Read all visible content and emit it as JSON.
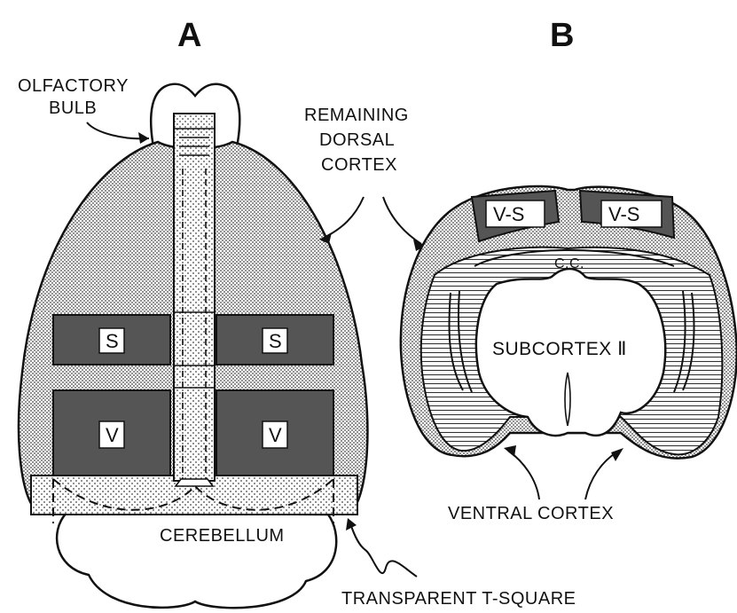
{
  "panels": {
    "a": "A",
    "b": "B"
  },
  "labels": {
    "olfactory_line1": "OLFACTORY",
    "olfactory_line2": "BULB",
    "remaining_line1": "REMAINING",
    "remaining_line2": "DORSAL",
    "remaining_line3": "CORTEX",
    "cerebellum": "CEREBELLUM",
    "transparent_tsquare": "TRANSPARENT T-SQUARE",
    "subcortex": "SUBCORTEX Ⅱ",
    "ventral_cortex": "VENTRAL CORTEX",
    "cc": "C.C.",
    "vs_left": "V-S",
    "vs_right": "V-S",
    "s_left": "S",
    "s_right": "S",
    "v_left": "V",
    "v_right": "V"
  },
  "colors": {
    "ink": "#111111",
    "dark_region": "#555555",
    "stipple": "#bdbdbd",
    "paper": "#ffffff"
  }
}
